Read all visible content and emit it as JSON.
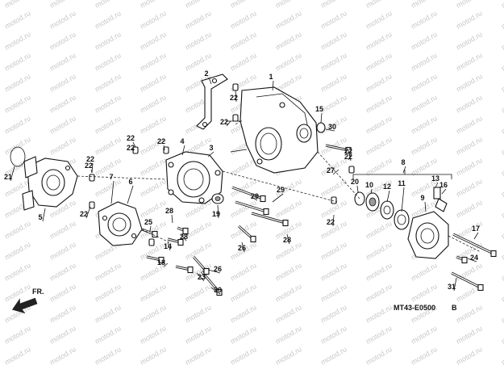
{
  "watermark": "motod.ru",
  "diagram_code": "MT43-E0500",
  "diagram_code_suffix": "B",
  "front_label": "FR.",
  "callouts": [
    "1",
    "2",
    "22",
    "22",
    "15",
    "30",
    "22",
    "27",
    "3",
    "4",
    "22",
    "22",
    "29",
    "29",
    "19",
    "28",
    "26",
    "28",
    "7",
    "6",
    "22",
    "25",
    "28",
    "14",
    "18",
    "23",
    "26",
    "30",
    "21",
    "5",
    "22",
    "8",
    "20",
    "10",
    "12",
    "11",
    "13",
    "16",
    "9",
    "17",
    "24",
    "31",
    "22",
    "22",
    "22",
    "22"
  ]
}
